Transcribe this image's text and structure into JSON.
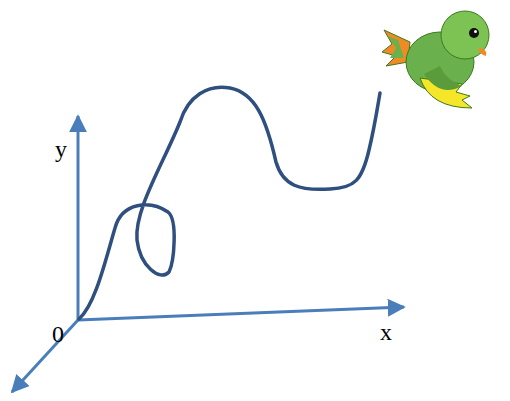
{
  "diagram": {
    "labels": [
      "y",
      "x",
      "0"
    ]
  }
}
